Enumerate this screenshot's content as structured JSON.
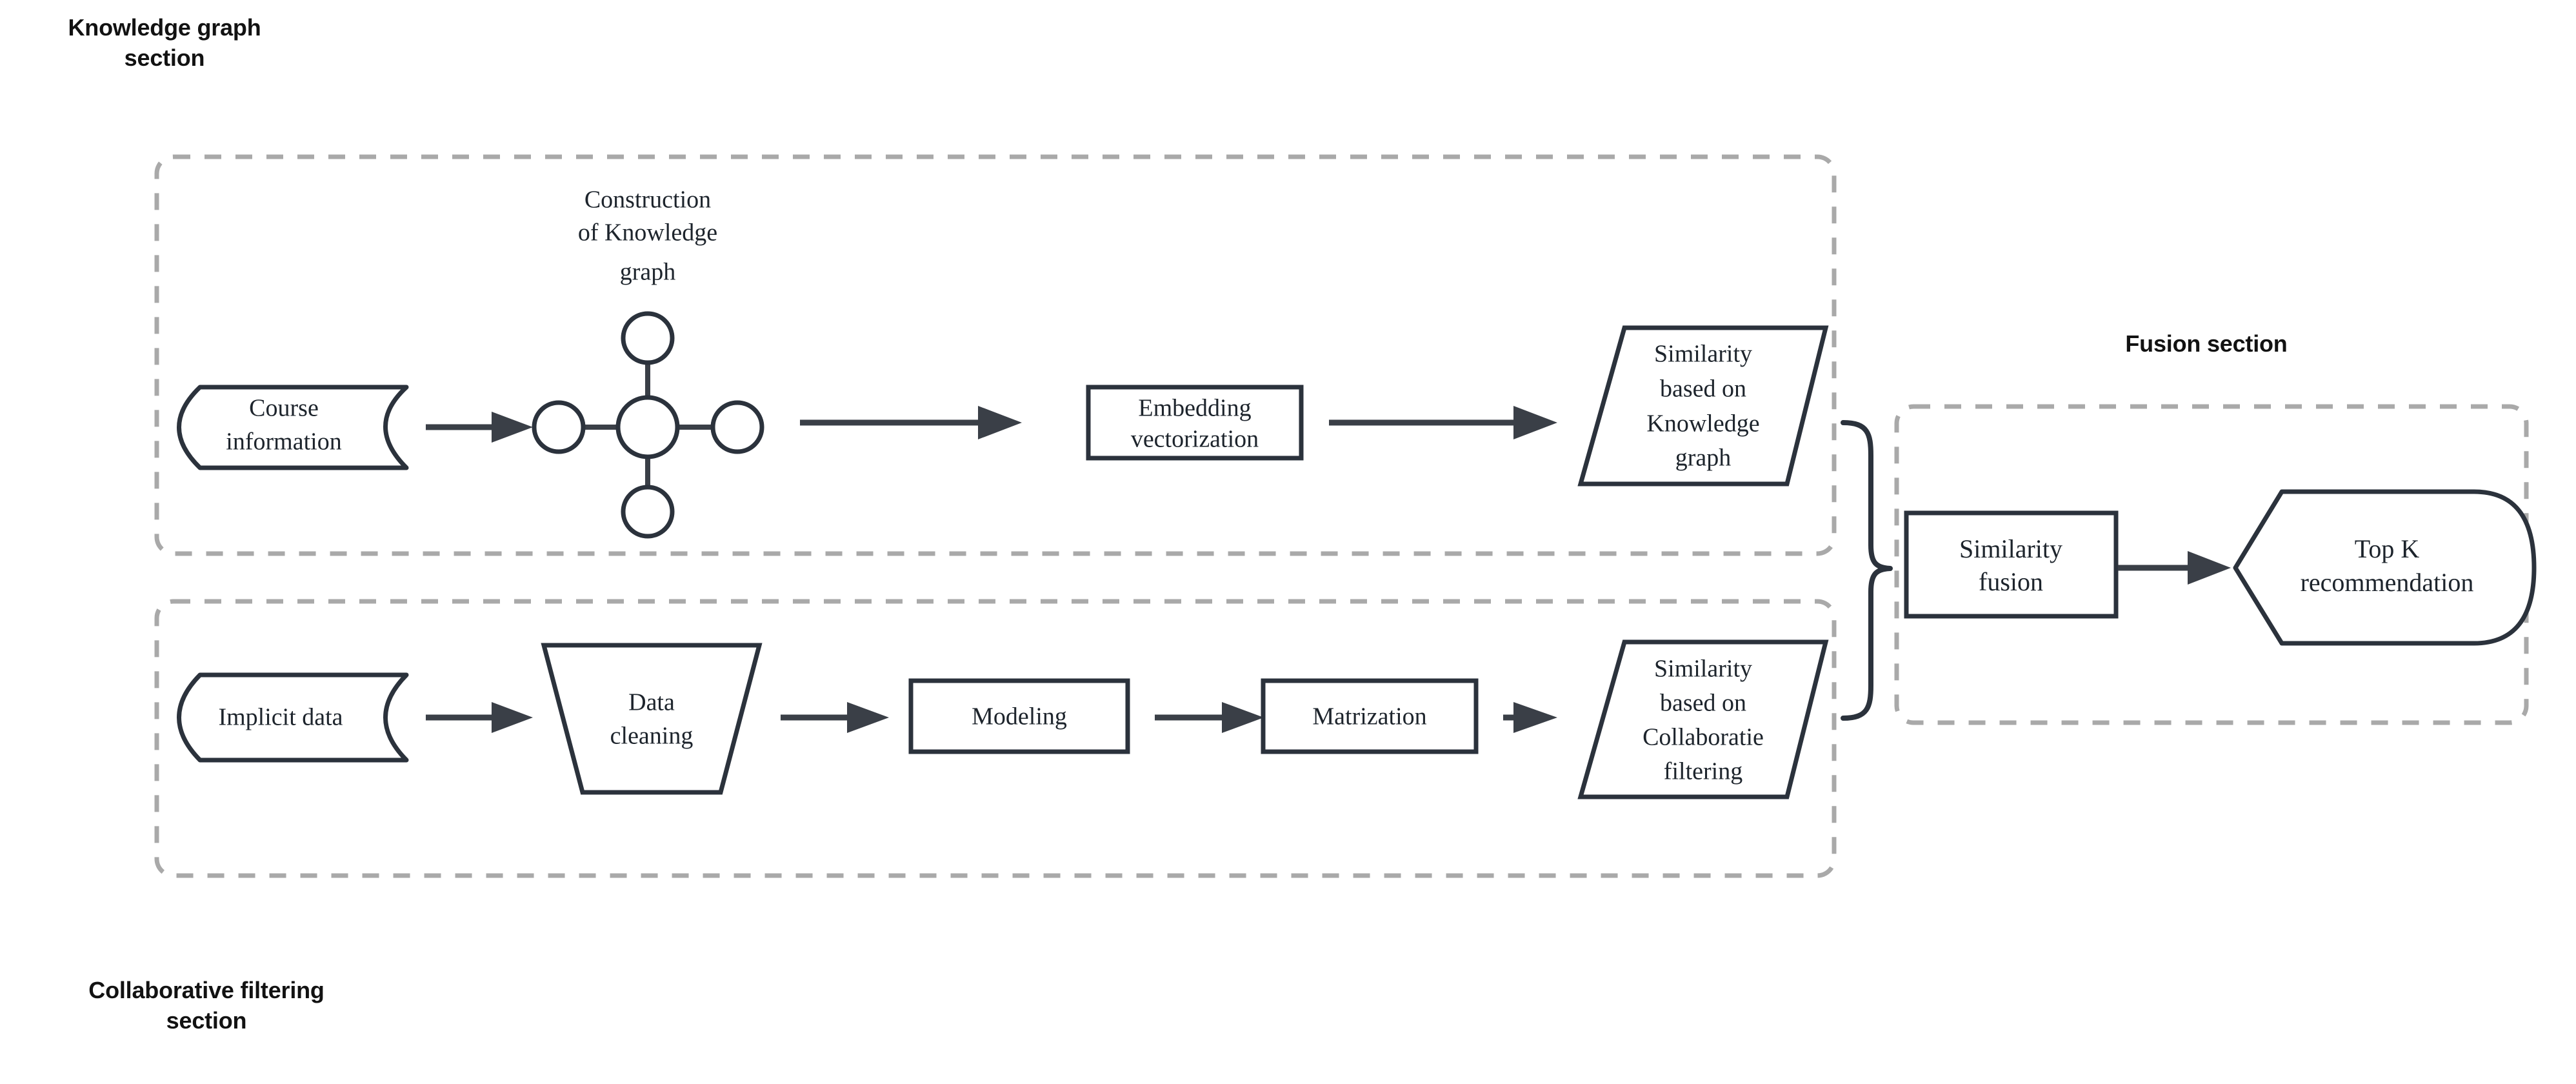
{
  "diagram": {
    "title_captions": {
      "knowledge_graph_section": "Knowledge graph\nsection",
      "collaborative_filtering_section": "Collaborative filtering\nsection",
      "fusion_section": "Fusion section"
    },
    "colors": {
      "node_stroke": "#2b323c",
      "node_fill": "#ffffff",
      "arrow": "#3a3f47",
      "dashed_group_border": "#a9a9a9",
      "text": "#1d242c",
      "caption_text": "#121212",
      "background": "#ffffff"
    },
    "knowledge_graph_pipeline": {
      "group_name": "knowledge-graph-section-group",
      "nodes": [
        {
          "id": "course-information",
          "label": "Course\ninformation",
          "shape": "stored-data"
        },
        {
          "id": "knowledge-graph-construction",
          "label": "Construction\nof Knowledge\ngraph",
          "shape": "graph-cluster",
          "caption_position": "above",
          "graph_nodes": 5,
          "graph_edges": 4
        },
        {
          "id": "embedding-vectorization",
          "label": "Embedding\nvectorization",
          "shape": "rectangle"
        },
        {
          "id": "similarity-knowledge-graph",
          "label": "Similarity\nbased on\nKnowledge\ngraph",
          "shape": "parallelogram"
        }
      ],
      "arrows": [
        {
          "from": "course-information",
          "to": "knowledge-graph-construction"
        },
        {
          "from": "knowledge-graph-construction",
          "to": "embedding-vectorization"
        },
        {
          "from": "embedding-vectorization",
          "to": "similarity-knowledge-graph"
        }
      ]
    },
    "collaborative_filtering_pipeline": {
      "group_name": "collaborative-filtering-section-group",
      "nodes": [
        {
          "id": "implicit-data",
          "label": "Implicit data",
          "shape": "stored-data"
        },
        {
          "id": "data-cleaning",
          "label": "Data\ncleaning",
          "shape": "trapezoid"
        },
        {
          "id": "modeling",
          "label": "Modeling",
          "shape": "rectangle"
        },
        {
          "id": "matrization",
          "label": "Matrization",
          "shape": "rectangle"
        },
        {
          "id": "similarity-collaborative-filtering",
          "label": "Similarity\nbased on\nCollaboratie\nfiltering",
          "shape": "parallelogram"
        }
      ],
      "arrows": [
        {
          "from": "implicit-data",
          "to": "data-cleaning"
        },
        {
          "from": "data-cleaning",
          "to": "modeling"
        },
        {
          "from": "modeling",
          "to": "matrization"
        },
        {
          "from": "matrization",
          "to": "similarity-collaborative-filtering"
        }
      ]
    },
    "fusion_pipeline": {
      "group_name": "fusion-section-group",
      "merge_connector": "curly-brace",
      "nodes": [
        {
          "id": "similarity-fusion",
          "label": "Similarity\nfusion",
          "shape": "rectangle"
        },
        {
          "id": "top-k-recommendation",
          "label": "Top K\nrecommendation",
          "shape": "display"
        }
      ],
      "arrows": [
        {
          "from": "similarity-fusion",
          "to": "top-k-recommendation"
        }
      ]
    }
  }
}
